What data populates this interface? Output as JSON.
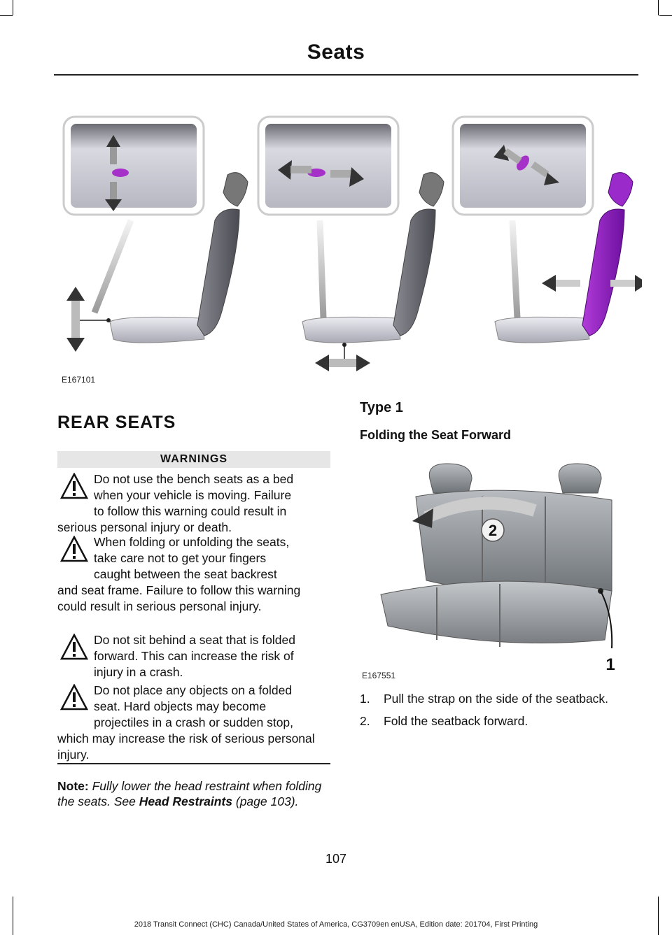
{
  "header": {
    "title": "Seats"
  },
  "figure_top": {
    "code": "E167101"
  },
  "section": {
    "title": "REAR SEATS"
  },
  "warnings": {
    "heading": "WARNINGS",
    "items": [
      {
        "first": [
          "Do not use the bench seats as a bed",
          "when your vehicle is moving. Failure",
          "to follow this warning could result in"
        ],
        "rest": "serious personal injury or death."
      },
      {
        "first": [
          "When folding or unfolding the seats,",
          "take care not to get your fingers",
          "caught between the seat backrest"
        ],
        "rest": "and seat frame. Failure to follow this warning could result in serious personal injury."
      },
      {
        "first": [
          "Do not sit behind a seat that is folded",
          "forward. This can increase the risk of",
          "injury in a crash."
        ],
        "rest": ""
      },
      {
        "first": [
          "Do not place any objects on a folded",
          "seat. Hard objects may become",
          "projectiles in a crash or sudden stop,"
        ],
        "rest": "which may increase the risk of serious personal injury."
      }
    ]
  },
  "note": {
    "label": "Note:",
    "text": " Fully lower the head restraint when folding the seats.  See ",
    "link": "Head Restraints",
    "page_ref": "(page 103)."
  },
  "type1": {
    "title": "Type 1",
    "subtitle": "Folding the Seat Forward",
    "figure_code": "E167551",
    "callout_1": "1",
    "callout_2": "2",
    "steps": [
      {
        "num": "1.",
        "text": "Pull the strap on the side of the seatback."
      },
      {
        "num": "2.",
        "text": "Fold the seatback forward."
      }
    ]
  },
  "page_number": "107",
  "footer": "2018 Transit Connect (CHC) Canada/United States of America, CG3709en enUSA, Edition date: 201704, First Printing"
}
